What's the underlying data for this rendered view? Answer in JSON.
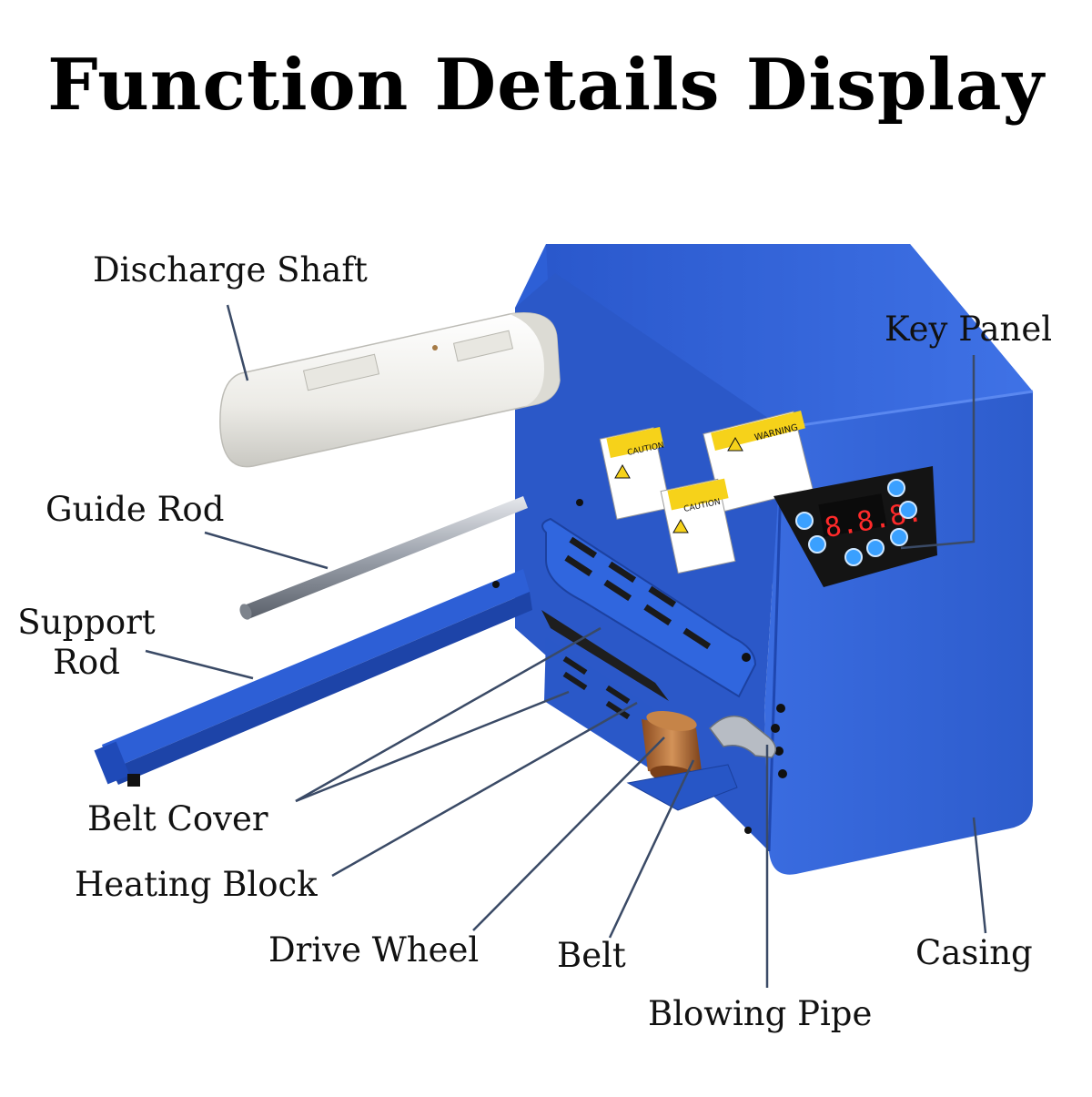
{
  "title": "Function Details Display",
  "labels": {
    "discharge_shaft": "Discharge Shaft",
    "guide_rod": "Guide Rod",
    "support_rod": "Support Rod",
    "key_panel": "Key Panel",
    "belt_cover": "Belt Cover",
    "heating_block": "Heating Block",
    "drive_wheel": "Drive Wheel",
    "belt": "Belt",
    "casing": "Casing",
    "blowing_pipe": "Blowing Pipe"
  },
  "stickers": {
    "warning": "WARNING",
    "caution_1": "CAUTION",
    "caution_2": "CAUTION"
  },
  "display_readout": "8.8.8.",
  "colors": {
    "casing_blue": "#2f63d8",
    "casing_dark": "#1d44a8",
    "panel_black": "#141414",
    "display_red": "#ff2a2a",
    "shaft_white": "#f4f4f2",
    "leader_line": "#3a4a66",
    "sticker_yellow": "#f6d21a"
  }
}
